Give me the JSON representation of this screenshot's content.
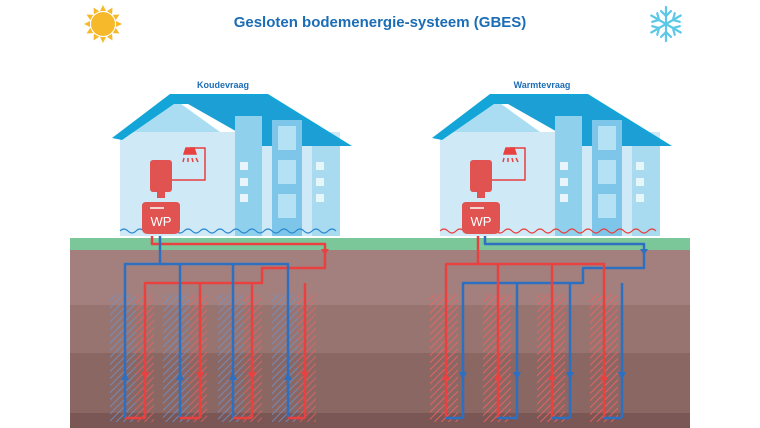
{
  "title": "Gesloten bodemenergie-systeem (GBES)",
  "houses": [
    {
      "caption": "Koudevraag",
      "unit_label": "WP"
    },
    {
      "caption": "Warmtevraag",
      "unit_label": "WP"
    }
  ],
  "icons": [
    "sun-icon",
    "snowflake-icon",
    "shower-icon"
  ],
  "colors": {
    "title": "#1b6db5",
    "warm_pipe": "#e8413f",
    "cold_pipe": "#2d6fc0",
    "roof": "#13a5d8",
    "house_wall": "#cfe9f6",
    "heat_pump": "#e05350",
    "grass": "#7cc79a",
    "sun": "#f6b92b",
    "snowflake": "#5cc8e8"
  }
}
